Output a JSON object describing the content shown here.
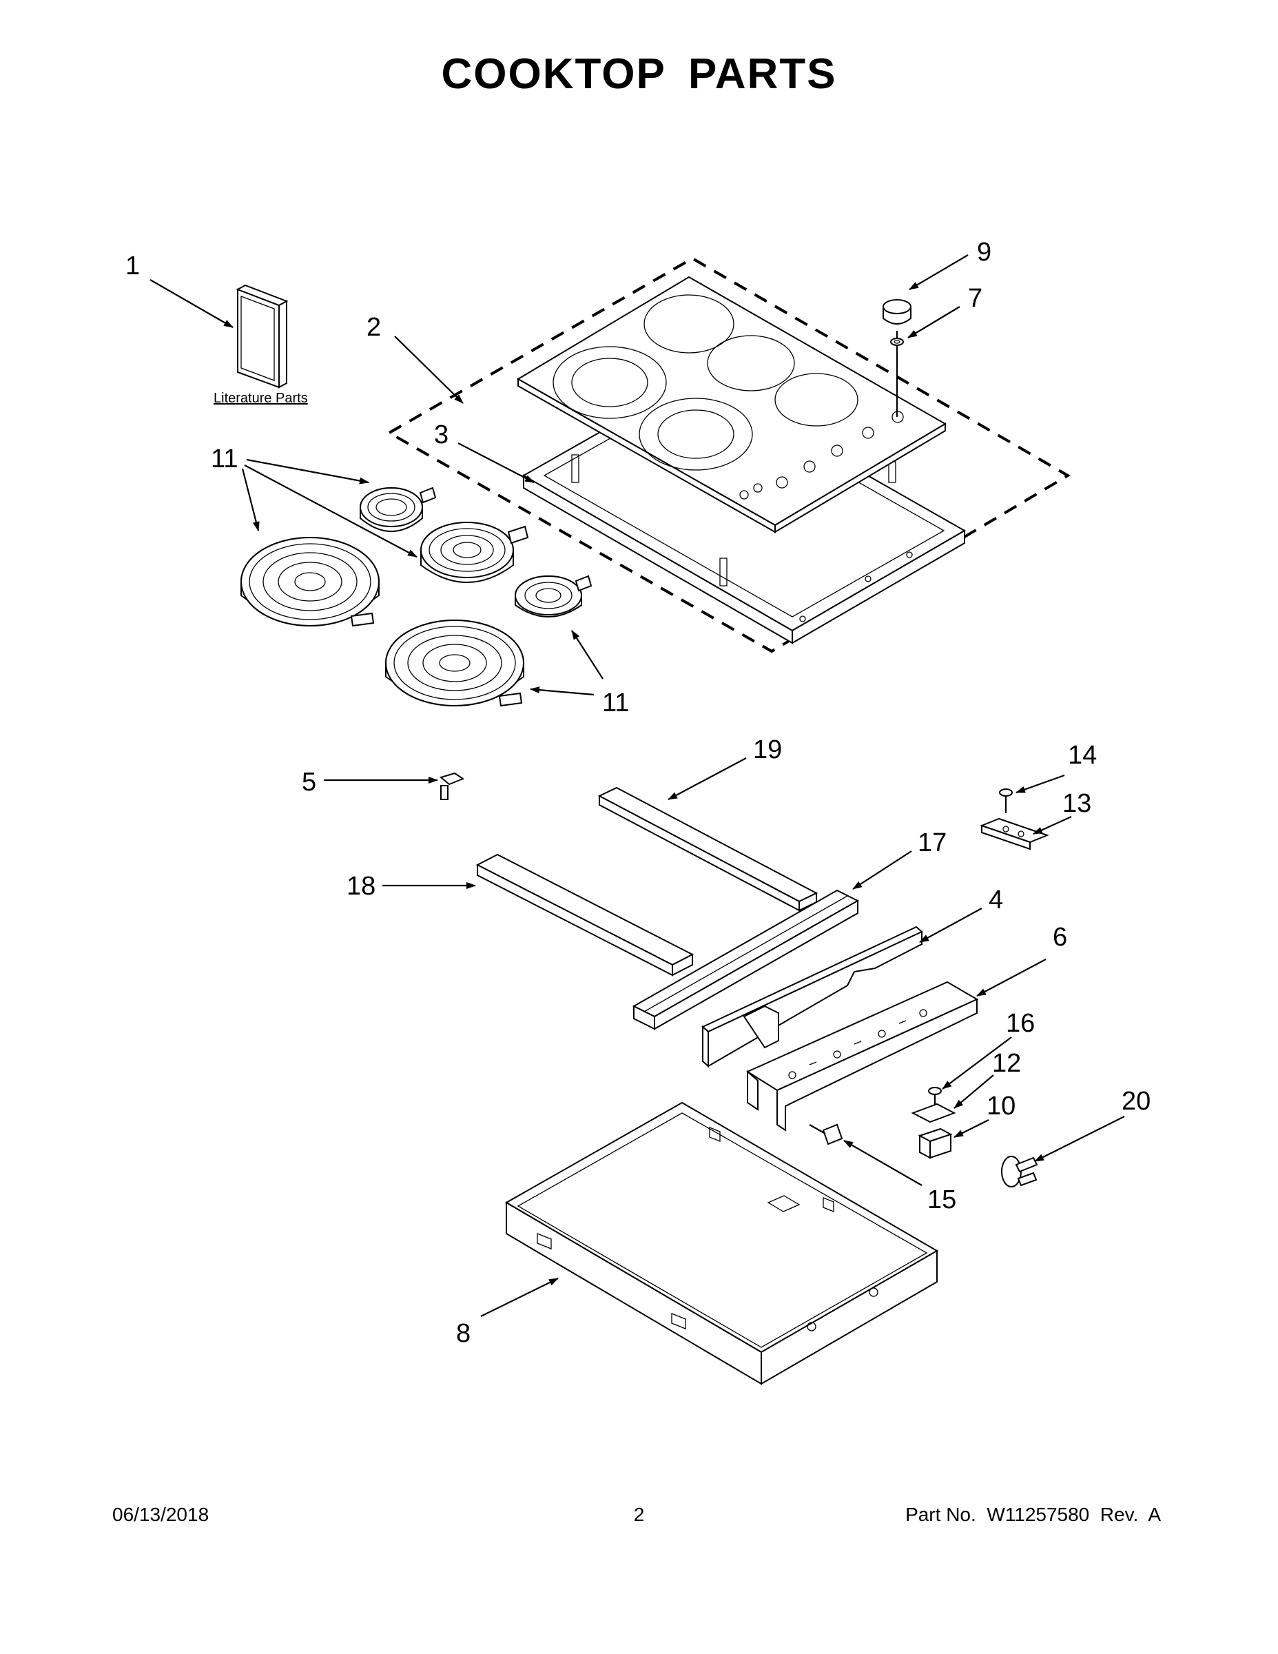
{
  "title": "COOKTOP PARTS",
  "literature_label": "Literature Parts",
  "callouts": {
    "c1": "1",
    "c2": "2",
    "c3": "3",
    "c4": "4",
    "c5": "5",
    "c6": "6",
    "c7": "7",
    "c8": "8",
    "c9": "9",
    "c10": "10",
    "c11a": "11",
    "c11b": "11",
    "c12": "12",
    "c13": "13",
    "c14": "14",
    "c15": "15",
    "c16": "16",
    "c17": "17",
    "c18": "18",
    "c19": "19",
    "c20": "20"
  },
  "footer": {
    "date": "06/13/2018",
    "page": "2",
    "part": "Part No.  W11257580  Rev.  A"
  }
}
